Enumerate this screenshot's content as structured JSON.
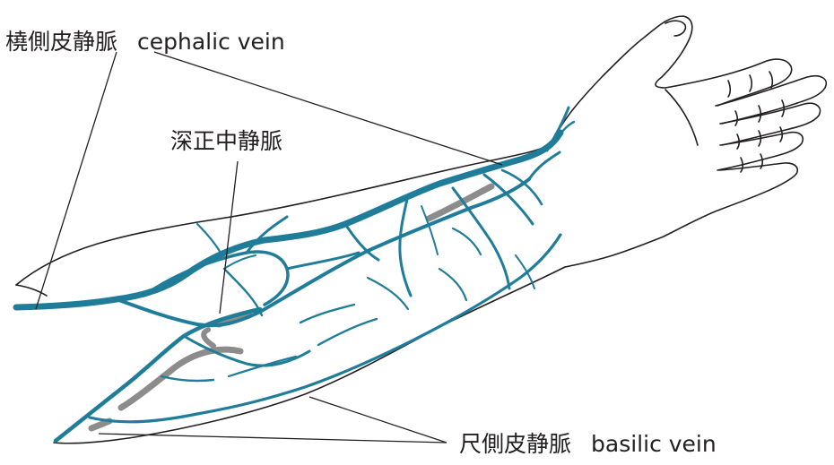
{
  "labels": {
    "cephalic": {
      "ja": "橈側皮静脈",
      "en": "cephalic vein"
    },
    "median": {
      "ja": "深正中静脈"
    },
    "basilic": {
      "ja": "尺側皮静脈",
      "en": "basilic vein"
    }
  },
  "colors": {
    "vein": "#1f7d99",
    "outline": "#231f20",
    "deep_vein": "#8c8c8c",
    "background": "#ffffff"
  }
}
